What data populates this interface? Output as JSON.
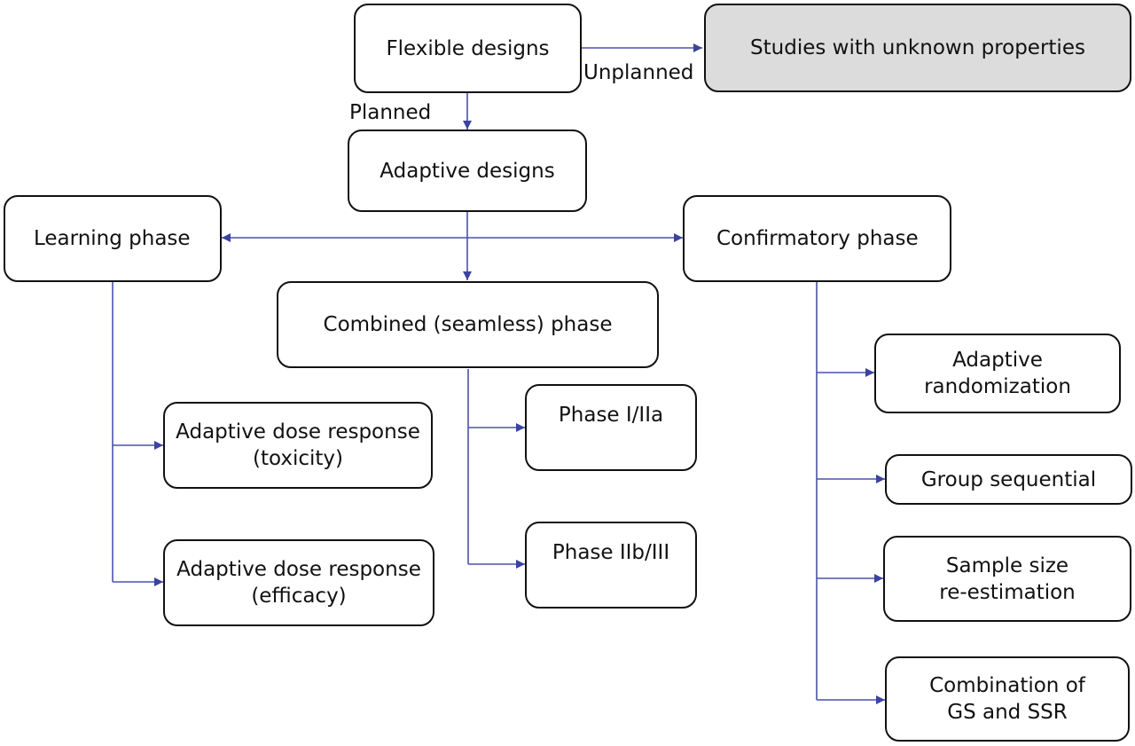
{
  "nodes": {
    "flexible": "Flexible designs",
    "unknown": "Studies with unknown properties",
    "adaptive": "Adaptive designs",
    "learning": "Learning phase",
    "confirmatory": "Confirmatory phase",
    "combined": "Combined (seamless) phase",
    "dose_tox": [
      "Adaptive dose response",
      "(toxicity)"
    ],
    "dose_eff": [
      "Adaptive dose response",
      "(efficacy)"
    ],
    "phase_i_iia": "Phase I/IIa",
    "phase_iib_iii": "Phase IIb/III",
    "adaptive_rand": [
      "Adaptive",
      "randomization"
    ],
    "group_seq": "Group sequential",
    "ssr": [
      "Sample size",
      "re-estimation"
    ],
    "gs_ssr": [
      "Combination of",
      "GS and SSR"
    ]
  },
  "edge_labels": {
    "unplanned": "Unplanned",
    "planned": "Planned"
  },
  "colors": {
    "line": "#4a52a8",
    "arrow": "#3b43a0",
    "highlight_box": "#dcdcdc"
  }
}
